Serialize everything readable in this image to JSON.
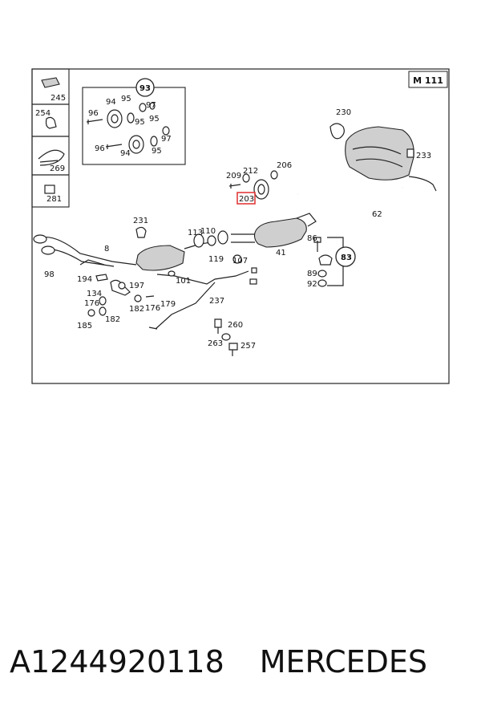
{
  "diagram": {
    "model_code": "M 111",
    "highlighted_part": "203",
    "side_parts": [
      "245",
      "254",
      "269",
      "281"
    ],
    "kit": {
      "number": "93",
      "labels": [
        "94",
        "95",
        "97",
        "96",
        "95",
        "95",
        "96",
        "94",
        "95",
        "97"
      ]
    },
    "parts": [
      "230",
      "233",
      "62",
      "206",
      "212",
      "209",
      "231",
      "110",
      "113",
      "119",
      "107",
      "41",
      "86",
      "83",
      "89",
      "92",
      "8",
      "98",
      "194",
      "197",
      "134",
      "176",
      "182",
      "176",
      "179",
      "185",
      "182",
      "101",
      "237",
      "260",
      "263",
      "257"
    ]
  },
  "footer": {
    "part_number": "A1244920118",
    "brand": "MERCEDES"
  }
}
